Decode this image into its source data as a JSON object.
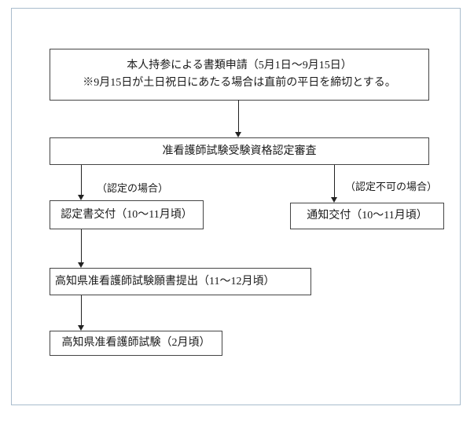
{
  "diagram": {
    "type": "flowchart",
    "language": "ja",
    "nodes": [
      {
        "id": "document-application",
        "lines": [
          "本人持参による書類申請（5月1日～9月15日）",
          "※9月15日が土日祝日にあたる場合は直前の平日を締切とする。"
        ]
      },
      {
        "id": "eligibility-review",
        "lines": [
          "准看護師試験受験資格認定審査"
        ]
      },
      {
        "id": "certificate-issue",
        "lines": [
          "認定書交付（10～11月頃）"
        ]
      },
      {
        "id": "notice-issue",
        "lines": [
          "通知交付（10～11月頃）"
        ]
      },
      {
        "id": "application-form-submit",
        "lines": [
          "高知県准看護師試験願書提出（11～12月頃）"
        ]
      },
      {
        "id": "exam",
        "lines": [
          "高知県准看護師試験（2月頃）"
        ]
      }
    ],
    "branch_labels": {
      "approved": "（認定の場合）",
      "rejected": "（認定不可の場合）"
    },
    "colors": {
      "frame_border": "#a9bccd",
      "box_border": "#454545",
      "arrow": "#222222",
      "text": "#1a1a1a",
      "background": "#ffffff"
    }
  }
}
